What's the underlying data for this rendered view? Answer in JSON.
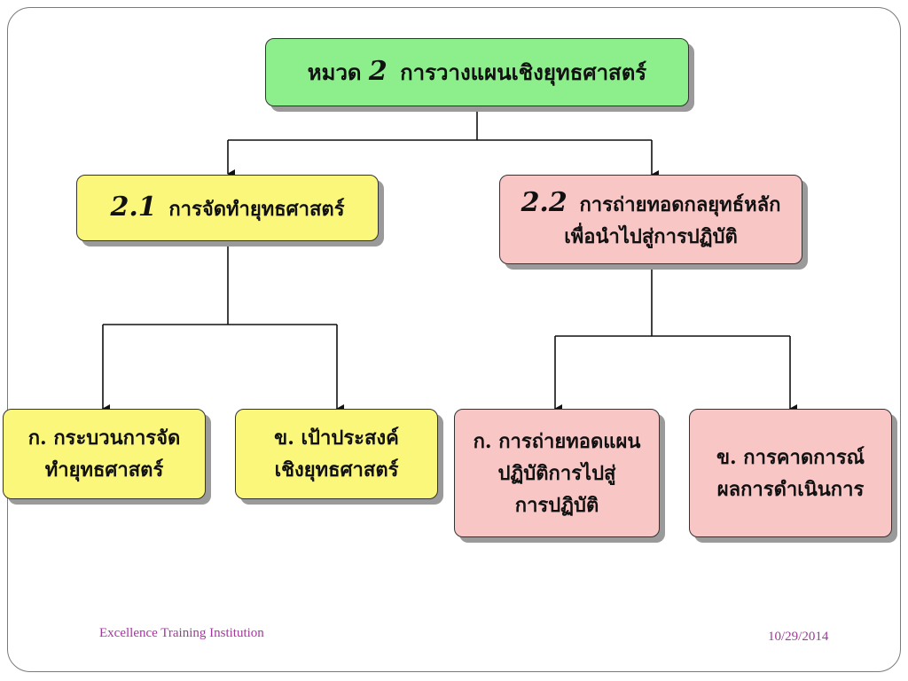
{
  "root": {
    "number": "2",
    "prefix": "หมวด",
    "title": "การวางแผนเชิงยุทธศาสตร์"
  },
  "branch_left": {
    "number": "2.1",
    "title": "การจัดทำยุทธศาสตร์"
  },
  "branch_right": {
    "number": "2.2",
    "title_line1": "การถ่ายทอดกลยุทธ์หลัก",
    "title_line2": "เพื่อนำไปสู่การปฏิบัติ"
  },
  "leaf_1": {
    "line1": "ก. กระบวนการจัด",
    "line2": "ทำยุทธศาสตร์"
  },
  "leaf_2": {
    "line1": "ข. เป้าประสงค์",
    "line2": "เชิงยุทธศาสตร์"
  },
  "leaf_3": {
    "line1": "ก. การถ่ายทอดแผน",
    "line2": "ปฏิบัติการไปสู่",
    "line3": "การปฏิบัติ"
  },
  "leaf_4": {
    "line1": "ข. การคาดการณ์",
    "line2": "ผลการดำเนินการ"
  },
  "footer": {
    "institution": "Excellence Training Institution",
    "date": "10/29/2014"
  },
  "colors": {
    "root": "#8cef8c",
    "yellow": "#fbf77a",
    "pink": "#f9c6c6",
    "footer_text": "#a0399a"
  }
}
